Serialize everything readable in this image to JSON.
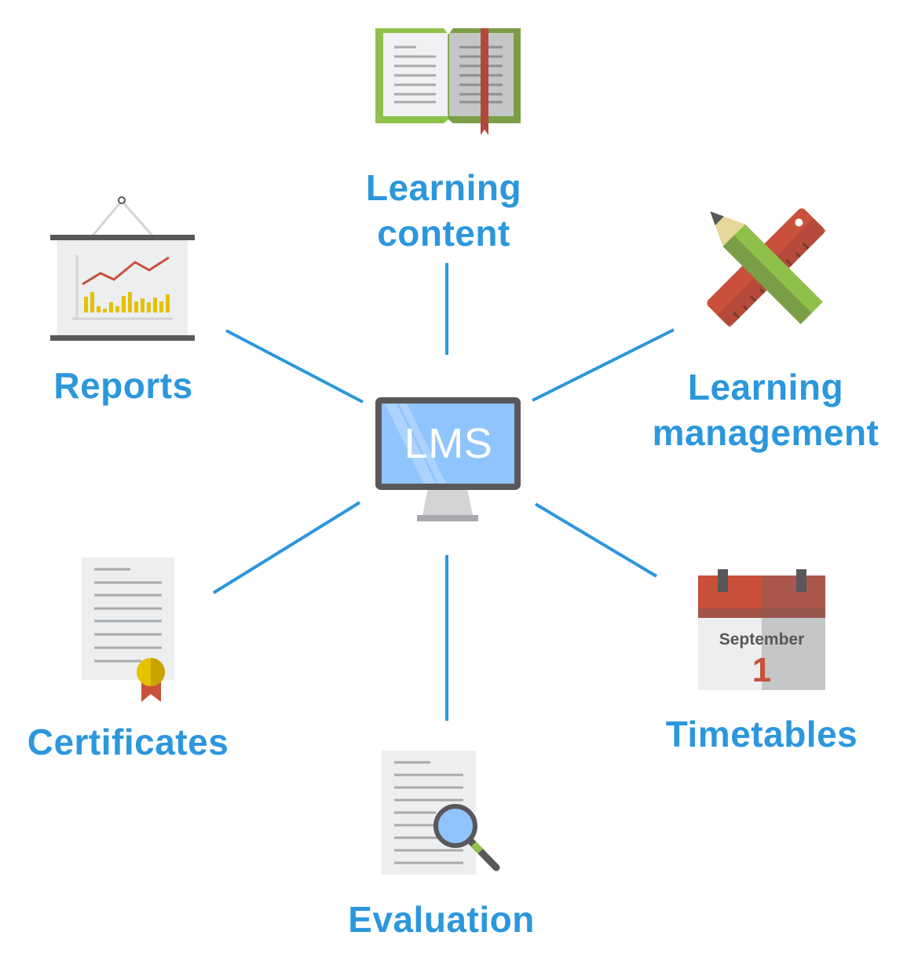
{
  "center": {
    "label": "LMS"
  },
  "nodes": {
    "learning_content": {
      "line1": "Learning",
      "line2": "content"
    },
    "reports": {
      "label": "Reports"
    },
    "learning_management": {
      "line1": "Learning",
      "line2": "management"
    },
    "certificates": {
      "label": "Certificates"
    },
    "timetables": {
      "label": "Timetables",
      "calendar_month": "September",
      "calendar_day": "1"
    },
    "evaluation": {
      "label": "Evaluation"
    }
  },
  "colors": {
    "accent": "#2b97dd",
    "screen": "#90c4fd",
    "red": "#c9503a",
    "green": "#8fc04a",
    "gray": "#58585a"
  }
}
